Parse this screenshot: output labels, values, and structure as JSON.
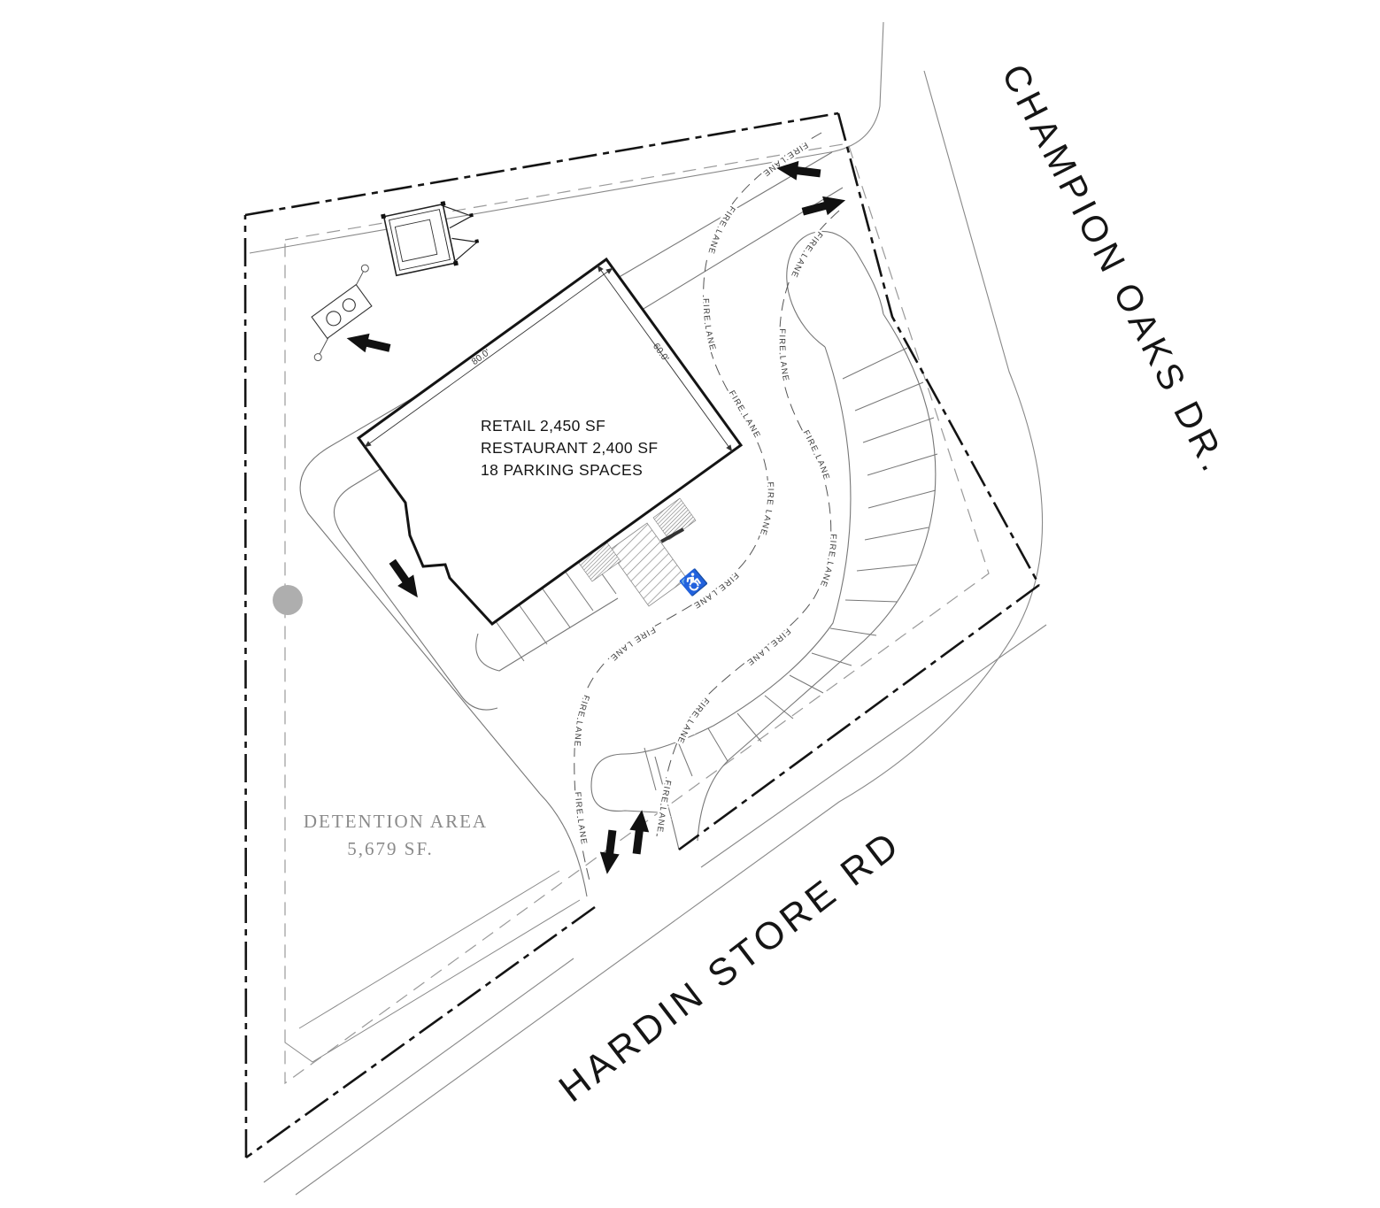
{
  "labels": {
    "fire_lane": "FIRE LANE",
    "champion_oaks": "CHAMPION OAKS DR.",
    "hardin_store": "HARDIN STORE RD",
    "detention_line1": "DETENTION AREA",
    "detention_line2": "5,679 SF.",
    "building_line1": "RETAIL 2,450 SF",
    "building_line2": "RESTAURANT 2,400 SF",
    "building_line3": "18 PARKING SPACES",
    "dim_nw_face": "80.0'",
    "dim_ne_face": "60.0'",
    "handicap_symbol": "♿"
  },
  "colors": {
    "line_dark": "#141414",
    "line_gray": "#777777",
    "text_gray": "#8a8a8a",
    "dot_gray": "#aeaeae"
  }
}
